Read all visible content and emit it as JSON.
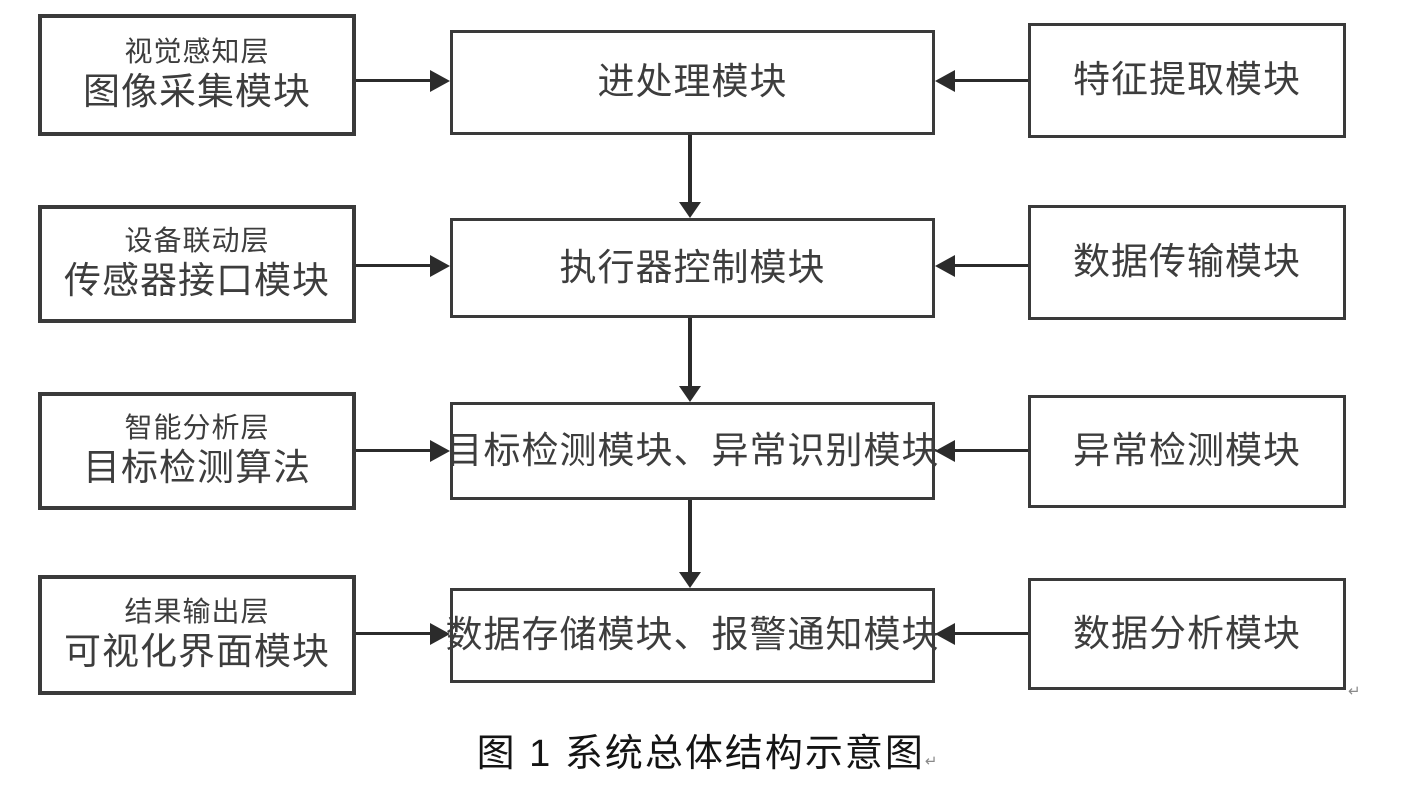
{
  "diagram": {
    "caption": "图 1 系统总体结构示意图",
    "return_mark": "↵",
    "colors": {
      "box_border": "#3a3a3a",
      "arrow": "#2b2b2b",
      "node_text": "#3d3d3d",
      "caption_text": "#141414",
      "background": "#ffffff"
    },
    "left_column": [
      {
        "layer": "视觉感知层",
        "module": "图像采集模块"
      },
      {
        "layer": "设备联动层",
        "module": "传感器接口模块"
      },
      {
        "layer": "智能分析层",
        "module": "目标检测算法"
      },
      {
        "layer": "结果输出层",
        "module": "可视化界面模块"
      }
    ],
    "center_column": [
      {
        "label": "进处理模块"
      },
      {
        "label": "执行器控制模块"
      },
      {
        "label": "目标检测模块、异常识别模块"
      },
      {
        "label": "数据存储模块、报警通知模块"
      }
    ],
    "right_column": [
      {
        "label": "特征提取模块"
      },
      {
        "label": "数据传输模块"
      },
      {
        "label": "异常检测模块"
      },
      {
        "label": "数据分析模块"
      }
    ]
  }
}
